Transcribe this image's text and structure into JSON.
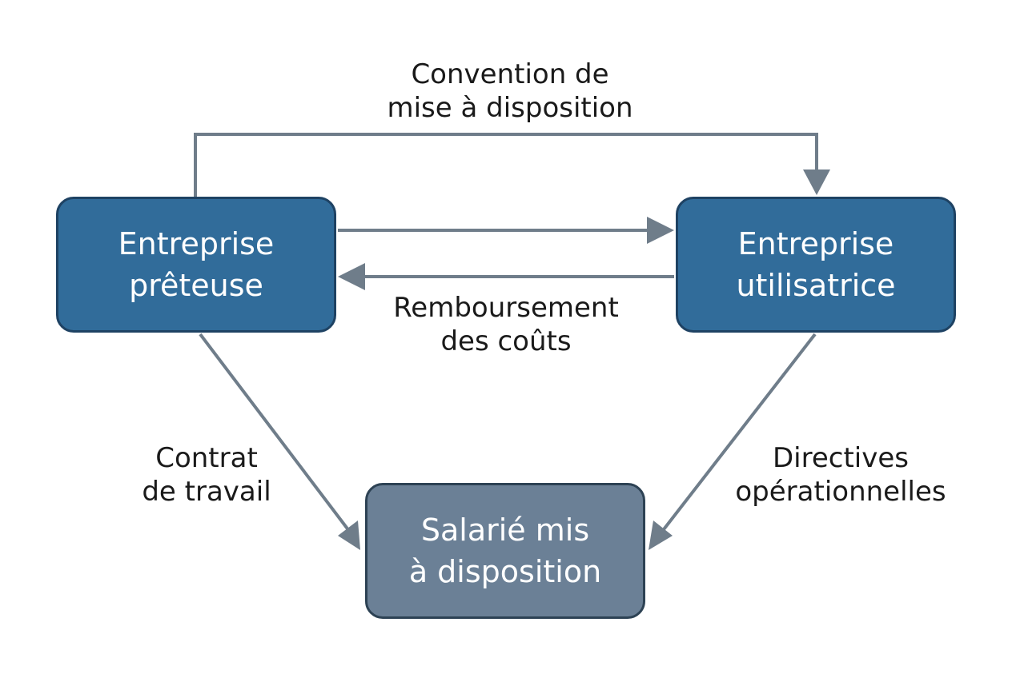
{
  "nodes": {
    "lender": {
      "line1": "Entreprise",
      "line2": "prêteuse"
    },
    "user": {
      "line1": "Entreprise",
      "line2": "utilisatrice"
    },
    "employee": {
      "line1": "Salarié mis",
      "line2": "à disposition"
    }
  },
  "edges": {
    "convention": {
      "line1": "Convention de",
      "line2": "mise à disposition"
    },
    "remboursement": {
      "line1": "Remboursement",
      "line2": "des coûts"
    },
    "contrat": {
      "line1": "Contrat",
      "line2": "de travail"
    },
    "directives": {
      "line1": "Directives",
      "line2": "opérationnelles"
    }
  },
  "colors": {
    "node_blue": "#316c9a",
    "node_grey": "#6b8096",
    "arrow": "#6f7d8a"
  }
}
